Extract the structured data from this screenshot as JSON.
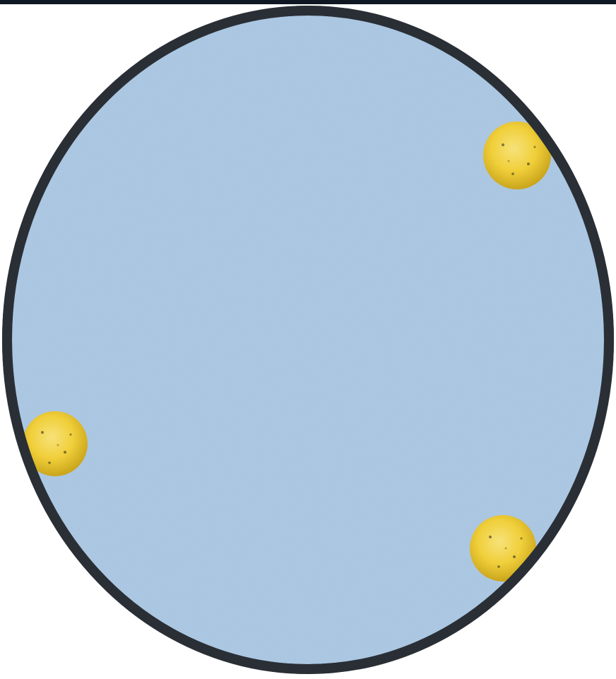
{
  "diagram": {
    "description_visible_text": "",
    "colors": {
      "background": "#ffffff",
      "top_strip": "#0f1722",
      "ellipse_fill": "#a7c4e0",
      "ellipse_stroke": "#2a2f36",
      "particle_fill_light": "#f3d44a",
      "particle_fill_dark": "#c9a61a",
      "particle_speck": "#3b3421"
    },
    "particles": [
      {
        "name": "particle-top-right"
      },
      {
        "name": "particle-left"
      },
      {
        "name": "particle-bottom-right"
      }
    ]
  }
}
